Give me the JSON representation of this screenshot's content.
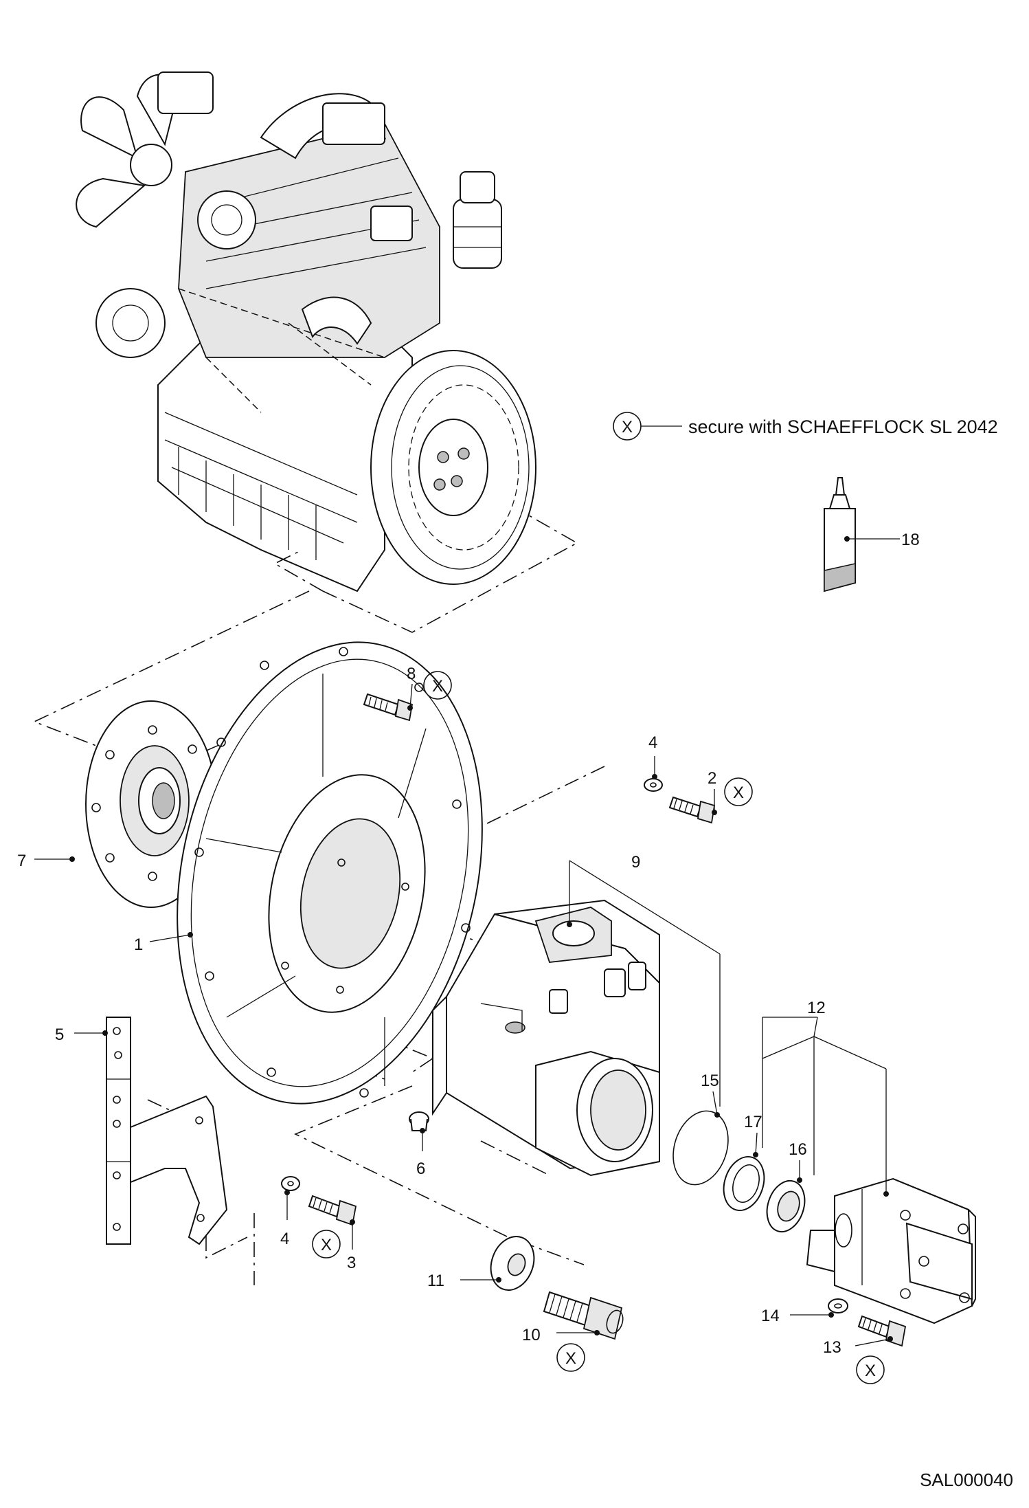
{
  "note": {
    "symbol": "X",
    "text": "secure with SCHAEFFLOCK SL 2042"
  },
  "callouts": {
    "p1": "1",
    "p2": "2",
    "p3": "3",
    "p4a": "4",
    "p4b": "4",
    "p5": "5",
    "p6": "6",
    "p7": "7",
    "p8": "8",
    "p9": "9",
    "p10": "10",
    "p11": "11",
    "p12": "12",
    "p13": "13",
    "p14": "14",
    "p15": "15",
    "p16": "16",
    "p17": "17",
    "p18": "18"
  },
  "x_marks": {
    "x8": "X",
    "x2": "X",
    "x3": "X",
    "x10": "X",
    "x13": "X"
  },
  "drawing_code": "SAL000040"
}
